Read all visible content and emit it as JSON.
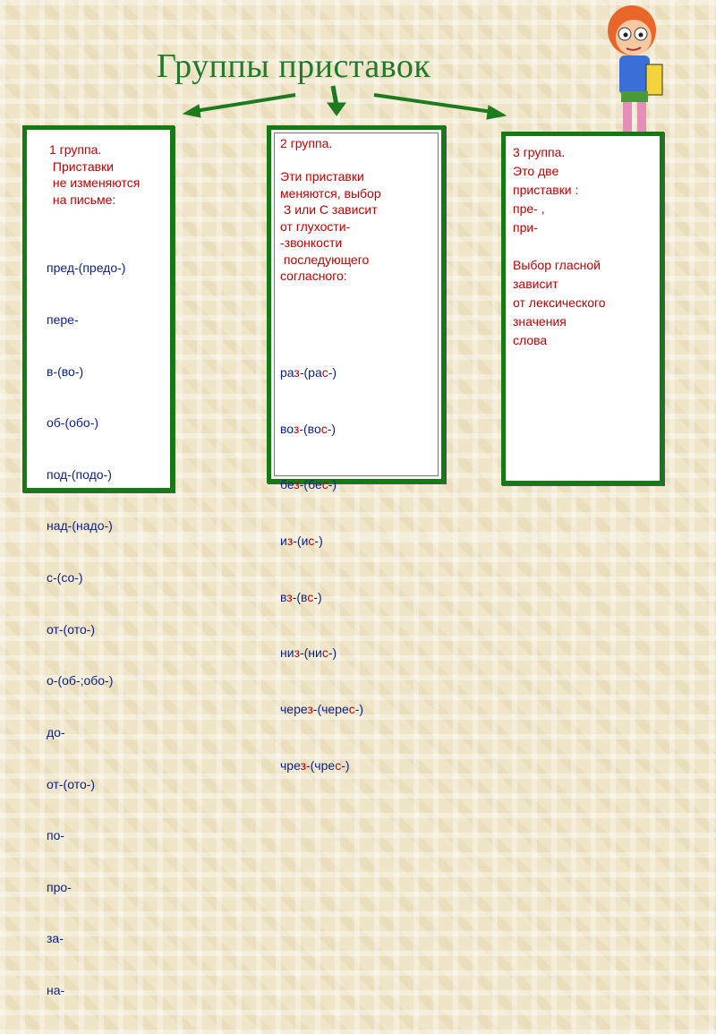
{
  "title": "Группы приставок",
  "group1": {
    "heading": "1 группа.\n Приставки\n не изменяются\n на письме:",
    "prefixes": [
      "пред-(предо-)",
      "пере-",
      "в-(во-)",
      "об-(обо-)",
      "под-(подо-)",
      "над-(надо-)",
      "с-(со-)",
      "от-(ото-)",
      "о-(об-;обо-)",
      "до-",
      "от-(ото-)",
      "по-",
      "про-",
      "за-",
      "на-"
    ]
  },
  "group2": {
    "heading": "2 группа.\n\nЭти приставки\nменяются, выбор\n З или С зависит\nот глухости-\n-звонкости\n последующего\nсогласного:",
    "prefixes": [
      {
        "a": "ра",
        "b": "з",
        "c": "-(ра",
        "d": "с",
        "e": "-)"
      },
      {
        "a": "во",
        "b": "з",
        "c": "-(во",
        "d": "с",
        "e": "-)"
      },
      {
        "a": "бе",
        "b": "з",
        "c": "-(бе",
        "d": "с",
        "e": "-)"
      },
      {
        "a": "и",
        "b": "з",
        "c": "-(и",
        "d": "с",
        "e": "-)"
      },
      {
        "a": "в",
        "b": "з",
        "c": "-(в",
        "d": "с",
        "e": "-)"
      },
      {
        "a": "ни",
        "b": "з",
        "c": "-(ни",
        "d": "с",
        "e": "-)"
      },
      {
        "a": "чере",
        "b": "з",
        "c": "-(чере",
        "d": "с",
        "e": "-)"
      },
      {
        "a": "чре",
        "b": "з",
        "c": "-(чре",
        "d": "с",
        "e": "-)"
      }
    ]
  },
  "group3": {
    "heading": "3 группа.\nЭто две\nприставки :\nпре- ,\nпри-",
    "body": "Выбор гласной\nзависит\nот лексического\nзначения\nслова"
  },
  "colors": {
    "title": "#1f7a2a",
    "border": "#137a14",
    "red": "#c00000",
    "blue": "#0a1f8c"
  }
}
